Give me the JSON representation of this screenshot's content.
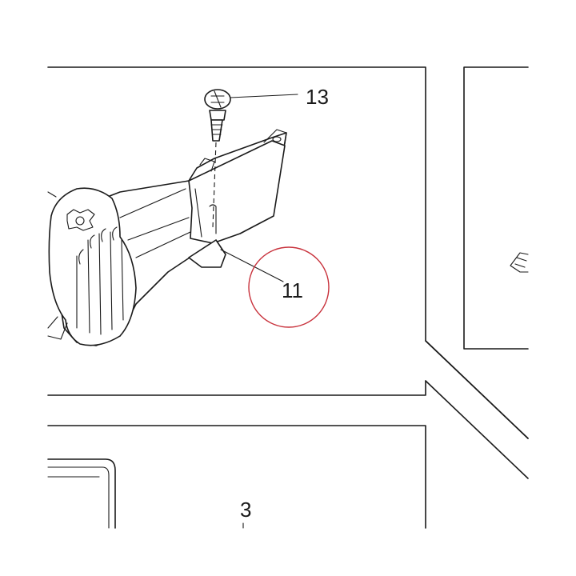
{
  "diagram": {
    "callouts": {
      "part_13": "13",
      "part_11": "11",
      "part_3": "3"
    },
    "highlight_color": "#c8323c",
    "line_color": "#1a1a1a",
    "background": "#ffffff"
  }
}
